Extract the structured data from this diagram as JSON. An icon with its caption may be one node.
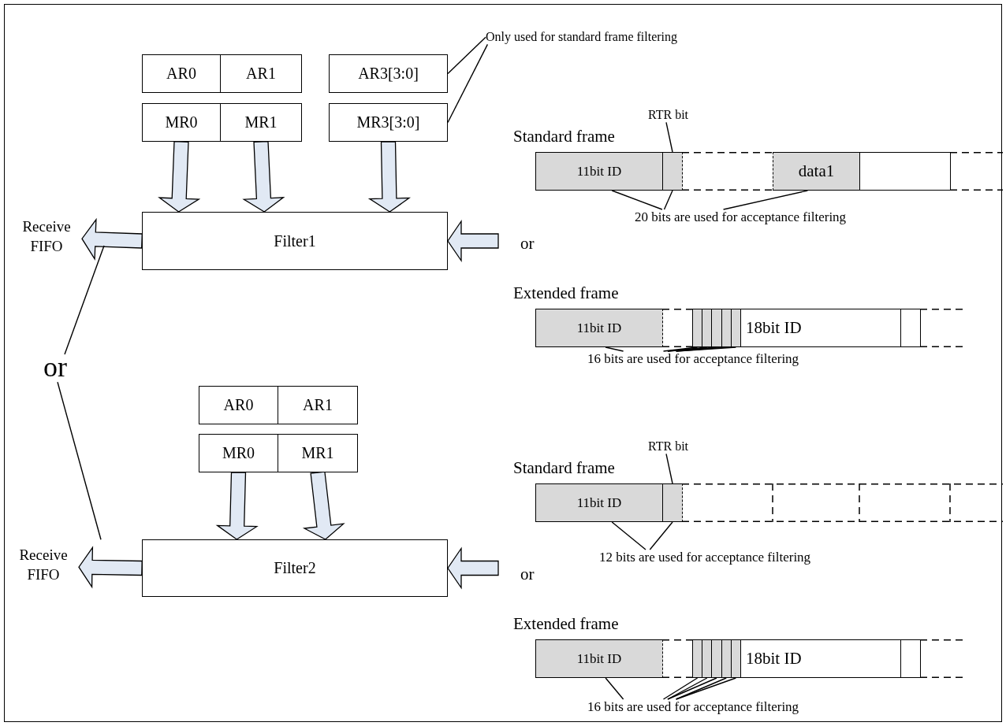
{
  "diagram": {
    "nodes": [
      {
        "text": [
          "AR0"
        ]
      },
      {
        "text": [
          "AR1"
        ]
      },
      {
        "text": [
          "AR3[3:0]"
        ]
      },
      {
        "text": [
          "Only used for standard frame filtering"
        ]
      },
      {
        "text": [
          "MR0"
        ]
      },
      {
        "text": [
          "MR1"
        ]
      },
      {
        "text": [
          "MR3[3:0]"
        ]
      },
      {
        "text": [
          "Standard frame"
        ]
      },
      {
        "text": [
          "RTR bit"
        ]
      },
      {
        "text": [
          "11bit ID"
        ],
        "in": 7
      },
      {
        "text": [],
        "shape": "box",
        "in": 7
      },
      {
        "text": [
          "data1"
        ],
        "in": 7
      },
      {
        "text": [],
        "shape": "box",
        "in": 7
      },
      {
        "text": [
          "Receive FIFO"
        ]
      },
      {
        "text": [
          "Filter1"
        ]
      },
      {
        "text": [
          "20 bits are used for acceptance filtering"
        ]
      },
      {
        "text": [
          "Extended frame"
        ]
      },
      {
        "text": [
          "11bit ID"
        ],
        "in": 16
      },
      {
        "text": [],
        "shape": "box",
        "in": 16
      },
      {
        "text": [],
        "shape": "box",
        "in": 16
      },
      {
        "text": [],
        "shape": "box",
        "in": 16
      },
      {
        "text": [],
        "shape": "box",
        "in": 16
      },
      {
        "text": [],
        "shape": "box",
        "in": 16
      },
      {
        "text": [
          "18bit ID"
        ],
        "in": 16
      },
      {
        "text": [],
        "shape": "box",
        "in": 16
      },
      {
        "text": [
          "16 bits are used for acceptance filtering"
        ]
      },
      {
        "text": [
          "or"
        ]
      },
      {
        "text": [
          "AR0"
        ]
      },
      {
        "text": [
          "AR1"
        ]
      },
      {
        "text": [
          "MR0"
        ]
      },
      {
        "text": [
          "MR1"
        ]
      },
      {
        "text": [
          "Standard frame"
        ]
      },
      {
        "text": [
          "RTR bit"
        ]
      },
      {
        "text": [
          "11bit ID"
        ],
        "in": 31
      },
      {
        "text": [],
        "shape": "box",
        "in": 31
      },
      {
        "text": [
          "Receive FIFO"
        ]
      },
      {
        "text": [
          "Filter2"
        ]
      },
      {
        "text": [
          "12 bits are used for acceptance filtering"
        ]
      },
      {
        "text": [
          "Extended frame"
        ]
      },
      {
        "text": [
          "11bit ID"
        ],
        "in": 38
      },
      {
        "text": [],
        "shape": "box",
        "in": 38
      },
      {
        "text": [],
        "shape": "box",
        "in": 38
      },
      {
        "text": [],
        "shape": "box",
        "in": 38
      },
      {
        "text": [],
        "shape": "box",
        "in": 38
      },
      {
        "text": [],
        "shape": "box",
        "in": 38
      },
      {
        "text": [
          "18bit ID"
        ],
        "in": 38
      },
      {
        "text": [],
        "shape": "box",
        "in": 38
      },
      {
        "text": [
          "16 bits are used for acceptance filtering"
        ]
      }
    ],
    "edges": [
      {
        "from": 3,
        "to": 2,
        "arrow": "none"
      },
      {
        "from": 3,
        "to": 6,
        "arrow": "none"
      },
      {
        "from": 8,
        "to": 10,
        "arrow": "none"
      },
      {
        "from": 4,
        "to": 14,
        "arrow": "to",
        "style": "thick",
        "color": "#e1e9f4"
      },
      {
        "from": 5,
        "to": 14,
        "arrow": "to",
        "style": "thick",
        "color": "#e1e9f4"
      },
      {
        "from": 6,
        "to": 14,
        "arrow": "to",
        "style": "thick",
        "color": "#e1e9f4"
      },
      {
        "from": 14,
        "to": 13,
        "arrow": "to",
        "style": "thick",
        "color": "#e1e9f4"
      },
      {
        "from": null,
        "to": 14,
        "arrow": "to",
        "style": "thick",
        "color": "#e1e9f4"
      },
      {
        "from": 15,
        "to": 9,
        "arrow": "none"
      },
      {
        "from": 15,
        "to": 10,
        "arrow": "none"
      },
      {
        "from": 15,
        "to": 11,
        "arrow": "none"
      },
      {
        "from": 25,
        "to": 17,
        "arrow": "none"
      },
      {
        "from": 25,
        "to": 18,
        "arrow": "none"
      },
      {
        "from": 25,
        "to": 19,
        "arrow": "none"
      },
      {
        "from": 25,
        "to": 20,
        "arrow": "none"
      },
      {
        "from": 25,
        "to": 21,
        "arrow": "none"
      },
      {
        "from": 25,
        "to": 22,
        "arrow": "none"
      },
      {
        "from": 26,
        "to": null,
        "arrow": "none"
      },
      {
        "from": 26,
        "to": null,
        "arrow": "none"
      },
      {
        "from": 32,
        "to": 34,
        "arrow": "none"
      },
      {
        "from": 29,
        "to": 36,
        "arrow": "to",
        "style": "thick",
        "color": "#e1e9f4"
      },
      {
        "from": 30,
        "to": 36,
        "arrow": "to",
        "style": "thick",
        "color": "#e1e9f4"
      },
      {
        "from": 36,
        "to": 35,
        "arrow": "to",
        "style": "thick",
        "color": "#e1e9f4"
      },
      {
        "from": null,
        "to": 36,
        "arrow": "to",
        "style": "thick",
        "color": "#e1e9f4"
      },
      {
        "from": 37,
        "to": 33,
        "arrow": "none"
      },
      {
        "from": 37,
        "to": 34,
        "arrow": "none"
      },
      {
        "from": 47,
        "to": 39,
        "arrow": "none"
      },
      {
        "from": 47,
        "to": 40,
        "arrow": "none"
      },
      {
        "from": 47,
        "to": 41,
        "arrow": "none"
      },
      {
        "from": 47,
        "to": 42,
        "arrow": "none"
      },
      {
        "from": 47,
        "to": 43,
        "arrow": "none"
      },
      {
        "from": 47,
        "to": 44,
        "arrow": "none"
      }
    ],
    "labels": [
      "or",
      "or"
    ]
  }
}
